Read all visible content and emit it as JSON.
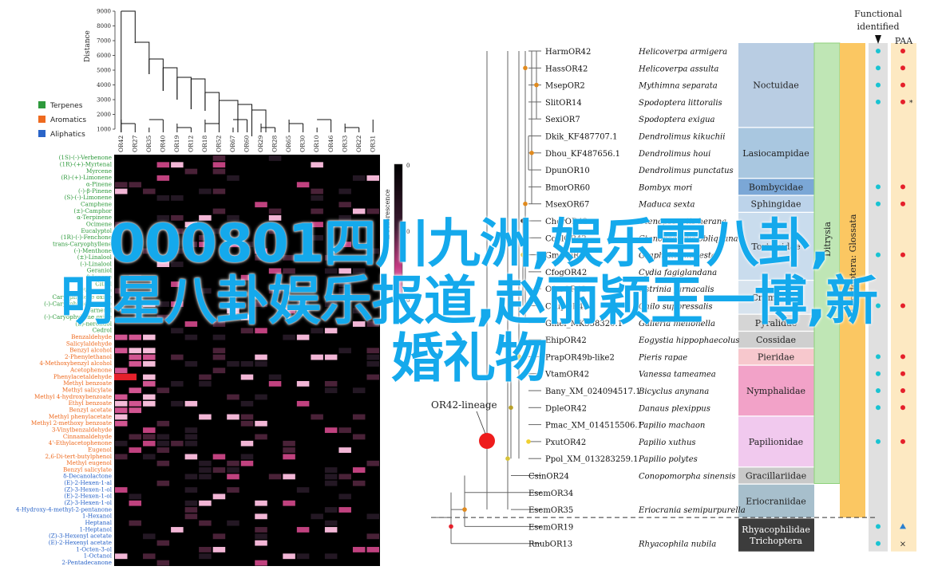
{
  "heatmap": {
    "distance_label": "Distance",
    "distance_ticks": [
      "9000",
      "8000",
      "7000",
      "6000",
      "5000",
      "4000",
      "3000",
      "2000",
      "1000"
    ],
    "legend": [
      {
        "label": "Terpenes",
        "color": "#2e9a3c"
      },
      {
        "label": "Aromatics",
        "color": "#ee6a1f"
      },
      {
        "label": "Aliphatics",
        "color": "#2a64c8"
      }
    ],
    "receptors": [
      "OR42",
      "OR27",
      "OR35",
      "OR40",
      "OR19",
      "OR12",
      "OR18",
      "OR52",
      "OR67",
      "OR60",
      "OR29",
      "OR28",
      "OR65",
      "OR30",
      "OR10",
      "OR46",
      "OR33",
      "OR22",
      "OR31"
    ],
    "colorbar_ticks": [
      "0",
      "0",
      "0"
    ],
    "colorbar_label": "Δ Fluorescence",
    "compounds": [
      {
        "name": "(1S)-(-)-Verbenone",
        "cls": "t"
      },
      {
        "name": "(1R)-(+)-Myrtenal",
        "cls": "t"
      },
      {
        "name": "Myrcene",
        "cls": "t"
      },
      {
        "name": "(R)-(+)-Limonene",
        "cls": "t"
      },
      {
        "name": "α-Pinene",
        "cls": "t"
      },
      {
        "name": "(-)-β-Pinene",
        "cls": "t"
      },
      {
        "name": "(S)-(-)-Limonene",
        "cls": "t"
      },
      {
        "name": "Camphene",
        "cls": "t"
      },
      {
        "name": "(±)-Camphor",
        "cls": "t"
      },
      {
        "name": "α-Terpinene",
        "cls": "t"
      },
      {
        "name": "Ocimene",
        "cls": "t"
      },
      {
        "name": "Eucalyptol",
        "cls": "t"
      },
      {
        "name": "(1R)-(-)-Fenchone",
        "cls": "t"
      },
      {
        "name": "trans-Caryophyllene",
        "cls": "t"
      },
      {
        "name": "(-)-Menthone",
        "cls": "t"
      },
      {
        "name": "(±)-Linalool",
        "cls": "t"
      },
      {
        "name": "(-)-Linalool",
        "cls": "t"
      },
      {
        "name": "Geraniol",
        "cls": "t"
      },
      {
        "name": "β-Ionone",
        "cls": "t"
      },
      {
        "name": "Citral",
        "cls": "t"
      },
      {
        "name": "Farnesene",
        "cls": "t"
      },
      {
        "name": "Caryophyllene oxide",
        "cls": "t"
      },
      {
        "name": "(-)-Caryophyllene oxide",
        "cls": "t"
      },
      {
        "name": "Farnesol",
        "cls": "t"
      },
      {
        "name": "(-)-Caryophyllene oxide",
        "cls": "t"
      },
      {
        "name": "(E)-nerolidol",
        "cls": "t"
      },
      {
        "name": "Cedrol",
        "cls": "t"
      },
      {
        "name": "Benzaldehyde",
        "cls": "a"
      },
      {
        "name": "Salicylaldehyde",
        "cls": "a"
      },
      {
        "name": "Benzyl alcohol",
        "cls": "a"
      },
      {
        "name": "2-Phenylethanol",
        "cls": "a"
      },
      {
        "name": "4-Methoxybenzyl alcohol",
        "cls": "a"
      },
      {
        "name": "Acetophenone",
        "cls": "a"
      },
      {
        "name": "Phenylacetaldehyde",
        "cls": "a"
      },
      {
        "name": "Methyl benzoate",
        "cls": "a"
      },
      {
        "name": "Methyl salicylate",
        "cls": "a"
      },
      {
        "name": "Methyl 4-hydroxybenzoate",
        "cls": "a"
      },
      {
        "name": "Ethyl benzoate",
        "cls": "a"
      },
      {
        "name": "Benzyl acetate",
        "cls": "a"
      },
      {
        "name": "Methyl phenylacetate",
        "cls": "a"
      },
      {
        "name": "Methyl 2-methoxy benzoate",
        "cls": "a"
      },
      {
        "name": "3-Vinylbenzaldehyde",
        "cls": "a"
      },
      {
        "name": "Cinnamaldehyde",
        "cls": "a"
      },
      {
        "name": "4'-Ethylacetophenone",
        "cls": "a"
      },
      {
        "name": "Eugenol",
        "cls": "a"
      },
      {
        "name": "2,6-Di-tert-butylphenol",
        "cls": "a"
      },
      {
        "name": "Methyl eugenol",
        "cls": "a"
      },
      {
        "name": "Benzyl salicylate",
        "cls": "a"
      },
      {
        "name": "δ-Decanolactone",
        "cls": "l"
      },
      {
        "name": "(E)-2-Hexen-1-al",
        "cls": "l"
      },
      {
        "name": "(Z)-3-Hexen-1-ol",
        "cls": "l"
      },
      {
        "name": "(E)-2-Hexen-1-ol",
        "cls": "l"
      },
      {
        "name": "(Z)-3-Hexen-1-ol",
        "cls": "l"
      },
      {
        "name": "4-Hydroxy-4-methyl-2-pentanone",
        "cls": "l"
      },
      {
        "name": "1-Hexanol",
        "cls": "l"
      },
      {
        "name": "Heptanal",
        "cls": "l"
      },
      {
        "name": "1-Heptanol",
        "cls": "l"
      },
      {
        "name": "(Z)-3-Hexenyl acetate",
        "cls": "l"
      },
      {
        "name": "(E)-2-Hexenyl acetate",
        "cls": "l"
      },
      {
        "name": "1-Octen-3-ol",
        "cls": "l"
      },
      {
        "name": "1-Octanol",
        "cls": "l"
      },
      {
        "name": "2-Pentadecanone",
        "cls": "l"
      }
    ]
  },
  "tree": {
    "func_header": [
      "Functional",
      "identified"
    ],
    "paa_header": "PAA",
    "lineage_label": "OR42-lineage",
    "rows": [
      {
        "name": "HarmOR42",
        "species": "Helicoverpa armigera",
        "f": "dot",
        "p": "dot"
      },
      {
        "name": "HassOR42",
        "species": "Helicoverpa assulta",
        "f": "dot",
        "p": "dot"
      },
      {
        "name": "MsepOR2",
        "species": "Mythimna separata",
        "f": "dot",
        "p": "dot"
      },
      {
        "name": "SlitOR14",
        "species": "Spodoptera littoralis",
        "f": "dot",
        "p": "dot*"
      },
      {
        "name": "SexiOR7",
        "species": "Spodoptera exigua",
        "f": "",
        "p": ""
      },
      {
        "name": "Dkik_KF487707.1",
        "species": "Dendrolimus kikuchii",
        "f": "",
        "p": ""
      },
      {
        "name": "Dhou_KF487656.1",
        "species": "Dendrolimus houi",
        "f": "",
        "p": ""
      },
      {
        "name": "DpunOR10",
        "species": "Dendrolimus punctatus",
        "f": "",
        "p": ""
      },
      {
        "name": "BmorOR60",
        "species": "Bombyx mori",
        "f": "dot",
        "p": "dot"
      },
      {
        "name": "MsexOR67",
        "species": "Maduca sexta",
        "f": "dot",
        "p": "dot"
      },
      {
        "name": "CherOR42",
        "species": "Ctenopseustis herana",
        "f": "",
        "p": ""
      },
      {
        "name": "CoblOR42",
        "species": "Ctenopseustis obliquana",
        "f": "",
        "p": ""
      },
      {
        "name": "GmolOR42",
        "species": "Grapholita molesta",
        "f": "dot",
        "p": "dot"
      },
      {
        "name": "CfogOR42",
        "species": "Cydia fagiglandana",
        "f": "",
        "p": ""
      },
      {
        "name": "OfurOR42",
        "species": "Ostrinia furnacalis",
        "f": "",
        "p": ""
      },
      {
        "name": "CsupOR42",
        "species": "Chilo suppressalis",
        "f": "dot",
        "p": "dot"
      },
      {
        "name": "Gmel_MK558320.1",
        "species": "Galleria mellonella",
        "f": "",
        "p": ""
      },
      {
        "name": "EhipOR42",
        "species": "Eogystia hippophaecolus",
        "f": "",
        "p": ""
      },
      {
        "name": "PrapOR49b-like2",
        "species": "Pieris rapae",
        "f": "dot",
        "p": "dot"
      },
      {
        "name": "VtamOR42",
        "species": "Vanessa tameamea",
        "f": "dot",
        "p": "dot"
      },
      {
        "name": "Bany_XM_024094517.1",
        "species": "Bicyclus anynana",
        "f": "dot",
        "p": "dot"
      },
      {
        "name": "DpleOR42",
        "species": "Danaus plexippus",
        "f": "dot",
        "p": "dot"
      },
      {
        "name": "Pmac_XM_014515506.1",
        "species": "Papilio machaon",
        "f": "",
        "p": ""
      },
      {
        "name": "PxutOR42",
        "species": "Papilio xuthus",
        "f": "dot",
        "p": "dot"
      },
      {
        "name": "Ppol_XM_013283259.1",
        "species": "Papilio polytes",
        "f": "",
        "p": ""
      },
      {
        "name": "CsinOR24",
        "species": "Conopomorpha sinensis",
        "f": "",
        "p": ""
      },
      {
        "name": "EsemOR34",
        "species": "",
        "f": "",
        "p": ""
      },
      {
        "name": "EsemOR35",
        "species": "Eriocrania semipurpurella",
        "f": "",
        "p": ""
      },
      {
        "name": "EsemOR19",
        "species": "",
        "f": "dot",
        "p": "tri"
      },
      {
        "name": "RnubOR13",
        "species": "Rhyacophila nubila",
        "f": "dot",
        "p": "x"
      }
    ],
    "families": [
      {
        "label": "Noctuidae",
        "r0": 0,
        "r1": 4,
        "color": "#b9cde3"
      },
      {
        "label": "Lasiocampidae",
        "r0": 5,
        "r1": 7,
        "color": "#a9c7e0"
      },
      {
        "label": "Bombycidae",
        "r0": 8,
        "r1": 8,
        "color": "#7ba7d6"
      },
      {
        "label": "Sphingidae",
        "r0": 9,
        "r1": 9,
        "color": "#bcd3ea"
      },
      {
        "label": "Tortricidae",
        "r0": 10,
        "r1": 13,
        "color": "#c9dced"
      },
      {
        "label": "Crambidae",
        "r0": 14,
        "r1": 15,
        "color": "#d7e3ee"
      },
      {
        "label": "Pyralidae",
        "r0": 16,
        "r1": 16,
        "color": "#d5d5d5"
      },
      {
        "label": "Cossidae",
        "r0": 17,
        "r1": 17,
        "color": "#cfcfcf"
      },
      {
        "label": "Pieridae",
        "r0": 18,
        "r1": 18,
        "color": "#f7c8cd"
      },
      {
        "label": "Nymphalidae",
        "r0": 19,
        "r1": 21,
        "color": "#f2a2c8"
      },
      {
        "label": "Papilionidae",
        "r0": 22,
        "r1": 24,
        "color": "#f1c9ee"
      },
      {
        "label": "Gracillariidae",
        "r0": 25,
        "r1": 25,
        "color": "#c9c9c9"
      },
      {
        "label": "Eriocraniidae",
        "r0": 26,
        "r1": 27,
        "color": "#a7bfcc"
      },
      {
        "label": "Rhyacophilidae\nTrichoptera",
        "r0": 28,
        "r1": 29,
        "color": "#3c3c3c"
      }
    ],
    "ditrysia_label": "Ditrysia",
    "lepidoptera_label": "Lepidoptera: Glossata"
  },
  "overlay": {
    "line1": "000801四川九洲,娱乐雷八卦,",
    "line2": "明星八卦娱乐报道,赵丽颖王一博,新",
    "line3": "婚礼物"
  },
  "colors": {
    "dot_cyan": "#19c3d2",
    "dot_red": "#e5202b",
    "heat_pink": "#e83b8c",
    "overlay": "#14a9ec"
  }
}
